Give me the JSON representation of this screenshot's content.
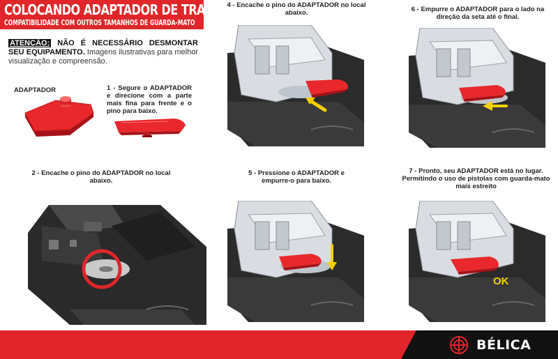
{
  "header": {
    "title": "COLOCANDO ADAPTADOR DE TRAVA",
    "subtitle": "COMPATIBILIDADE COM OUTROS TAMANHOS DE GUARDA-MATO"
  },
  "warning": {
    "label": "ATENÇÃO:",
    "bold_text": " NÃO É NECESSÁRIO DESMONTAR SEU EQUIPAMENTO.",
    "text": " Imagens ilustrativas para melhor visualização e compreensão."
  },
  "adapter_label": "ADAPTADOR",
  "steps": {
    "s1": "1 - Segure o ADAPTADOR e direcione com a parte mais fina para frente e o pino para baixo.",
    "s2": "2 - Encache o pino do ADAPTADOR no local abaixo.",
    "s4": "4 - Encache o pino do ADAPTADOR no local abaixo.",
    "s5": "5 - Pressione o ADAPTADOR e empurre-o para baixo.",
    "s6": "6 - Empurre o ADAPTADOR para o lado na direção da seta até o final.",
    "s7": "7 - Pronto, seu ADAPTADOR está no lugar. Permitindo o uso de pistolas com guarda-mato mais estreito"
  },
  "ok_label": "OK",
  "footer": {
    "brand": "BÉLICA"
  },
  "colors": {
    "accent": "#e0262a",
    "arrow": "#f2d100",
    "dark": "#111111"
  }
}
